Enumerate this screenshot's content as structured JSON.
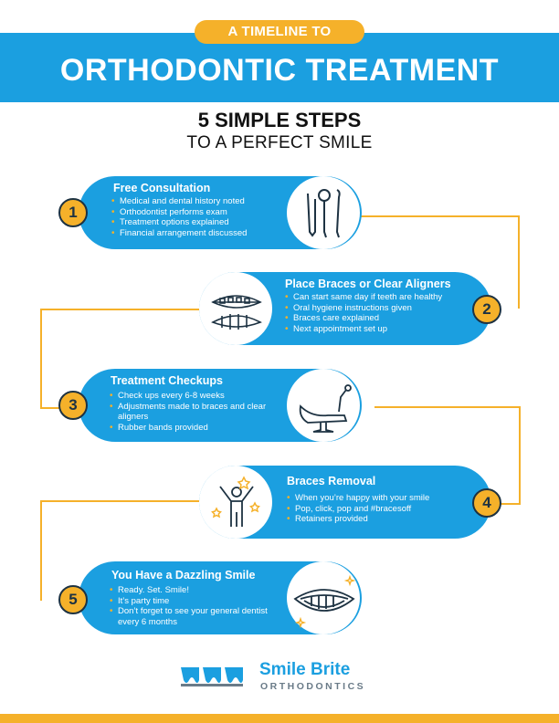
{
  "header": {
    "pill": "A TIMELINE TO",
    "title": "ORTHODONTIC TREATMENT",
    "steps_title": "5 SIMPLE STEPS",
    "steps_subtitle": "TO A PERFECT SMILE"
  },
  "steps": [
    {
      "number": "1",
      "title": "Free Consultation",
      "items": [
        "Medical and dental history noted",
        "Orthodontist performs exam",
        "Treatment options explained",
        "Financial arrangement discussed"
      ]
    },
    {
      "number": "2",
      "title": "Place Braces or Clear Aligners",
      "items": [
        "Can start same day if teeth are healthy",
        "Oral hygiene instructions given",
        "Braces care explained",
        "Next appointment set up"
      ]
    },
    {
      "number": "3",
      "title": "Treatment Checkups",
      "items": [
        "Check ups every 6-8 weeks",
        "Adjustments made to braces and clear aligners",
        "Rubber bands provided"
      ]
    },
    {
      "number": "4",
      "title": "Braces Removal",
      "items": [
        "When you’re happy with your smile",
        "Pop, click, pop and #bracesoff",
        "Retainers provided"
      ]
    },
    {
      "number": "5",
      "title": "You Have a Dazzling Smile",
      "items": [
        "Ready. Set. Smile!",
        "It’s party time",
        "Don’t forget to see your general dentist every 6 months"
      ]
    }
  ],
  "logo": {
    "name": "Smile Brite",
    "subtitle": "ORTHODONTICS"
  },
  "colors": {
    "primary_blue": "#1b9fe0",
    "accent_yellow": "#f5b12a",
    "dark_navy": "#1d3242"
  },
  "icons": [
    "dental-tools-icon",
    "braces-teeth-icon",
    "dental-chair-icon",
    "celebrating-person-icon",
    "smile-icon",
    "smile-brite-logo-icon"
  ]
}
